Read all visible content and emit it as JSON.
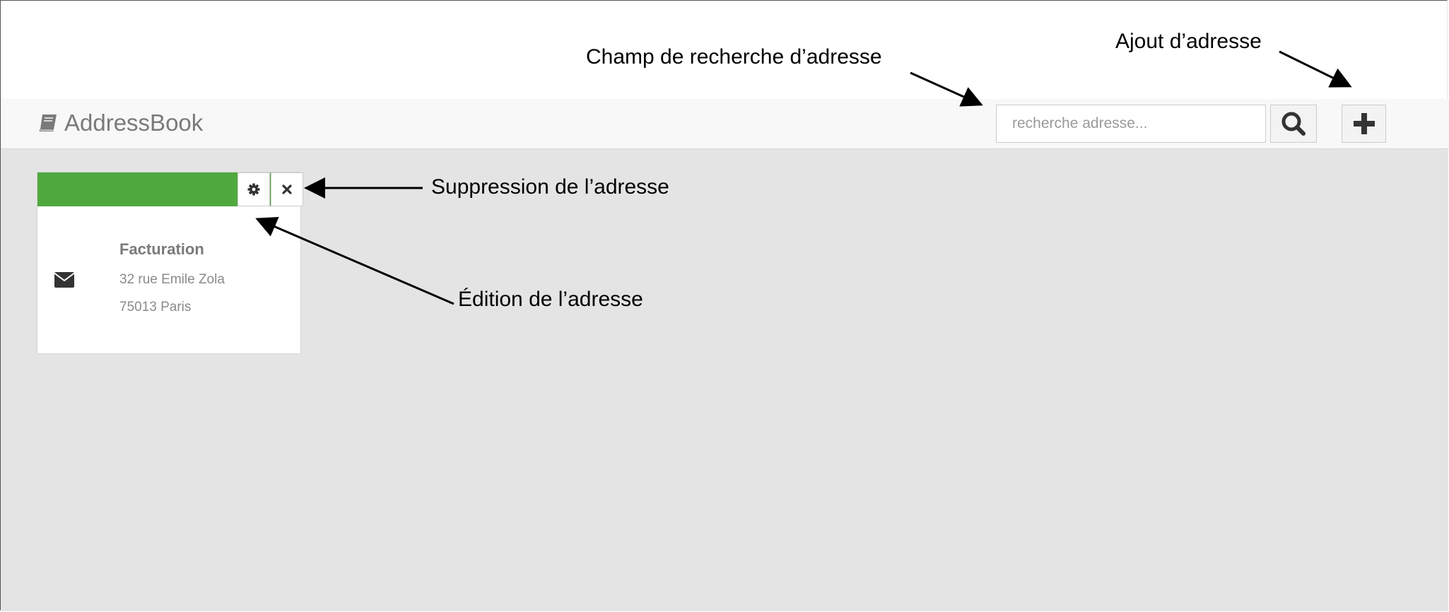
{
  "app": {
    "title": "AddressBook",
    "brand_icon": "book-icon"
  },
  "search": {
    "placeholder": "recherche adresse...",
    "button_icon": "search-icon"
  },
  "add_button": {
    "icon": "plus-icon"
  },
  "address_card": {
    "header_color": "#4fa93e",
    "settings_icon": "gear-icon",
    "delete_icon": "close-icon",
    "type_icon": "envelope-icon",
    "title": "Facturation",
    "line1": "32 rue Emile Zola",
    "line2": "75013 Paris"
  },
  "annotations": {
    "search_field": "Champ de recherche d’adresse",
    "add_address": "Ajout d’adresse",
    "delete_address": "Suppression de l’adresse",
    "edit_address": "Édition de l’adresse"
  }
}
